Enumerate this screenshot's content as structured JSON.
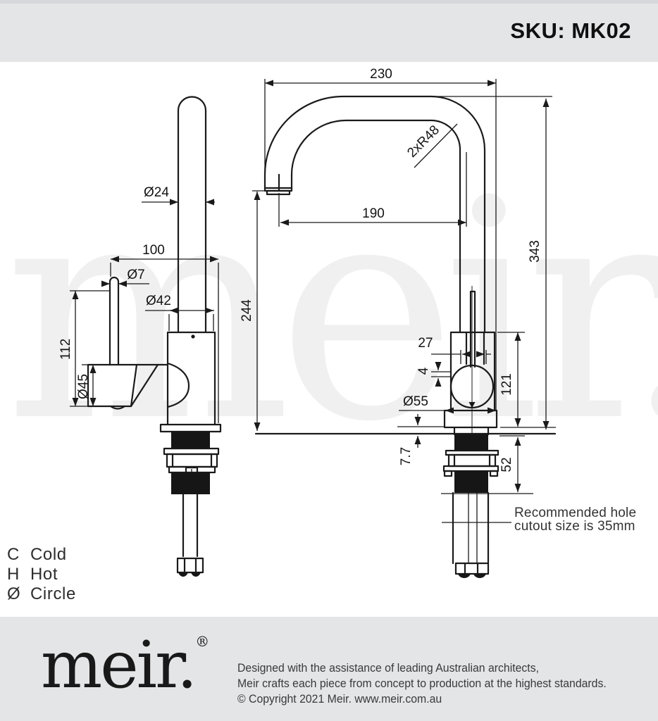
{
  "header": {
    "sku": "SKU: MK02"
  },
  "watermark": {
    "text": "meir."
  },
  "drawing": {
    "dims": {
      "w230": "230",
      "w190": "190",
      "h343": "343",
      "r48": "2xR48",
      "d24": "Ø24",
      "w100": "100",
      "d7": "Ø7",
      "d42": "Ø42",
      "h112": "112",
      "d45": "Ø45",
      "h244": "244",
      "w27": "27",
      "g4": "4",
      "h121": "121",
      "d55": "Ø55",
      "t77": "7.7",
      "h52": "52"
    },
    "note": {
      "line1": "Recommended hole",
      "line2": "cutout size is 35mm"
    }
  },
  "legend": {
    "items": [
      {
        "symbol": "C",
        "label": "Cold"
      },
      {
        "symbol": "H",
        "label": "Hot"
      },
      {
        "symbol": "Ø",
        "label": "Circle"
      }
    ]
  },
  "footer": {
    "logo": "meir.",
    "registered": "®",
    "line1": "Designed with the assistance of leading Australian architects,",
    "line2": "Meir crafts each piece from concept to production at the highest standards.",
    "line3": "© Copyright 2021 Meir. www.meir.com.au"
  }
}
